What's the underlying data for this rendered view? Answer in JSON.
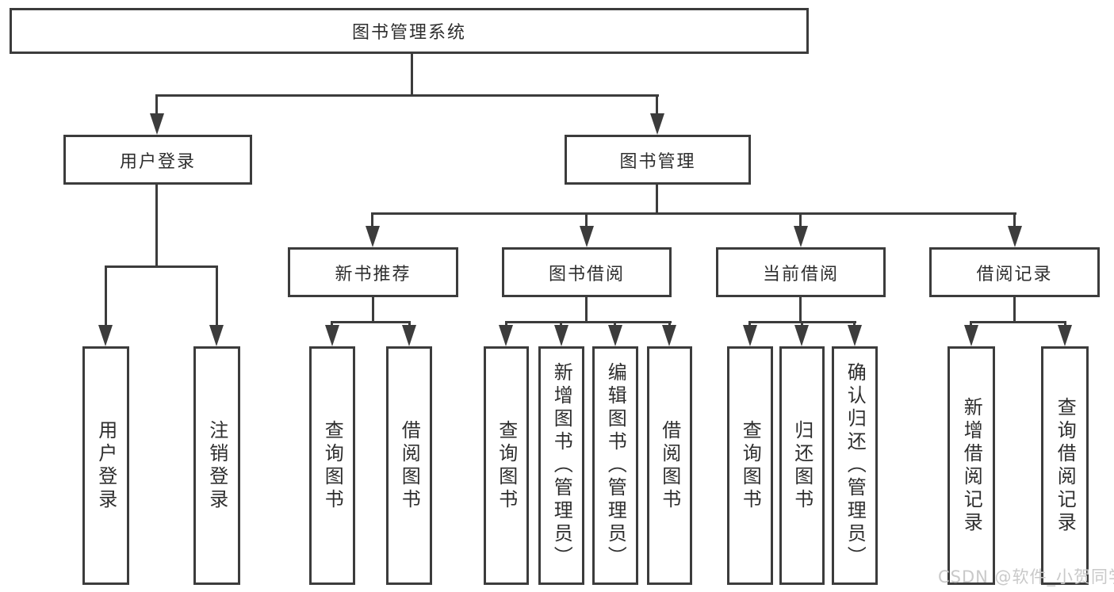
{
  "nodes": {
    "root": {
      "label": "图书管理系统"
    },
    "user_login": {
      "label": "用户登录"
    },
    "book_mgmt": {
      "label": "图书管理"
    },
    "new_books": {
      "label": "新书推荐"
    },
    "book_borrow": {
      "label": "图书借阅"
    },
    "current_borrow": {
      "label": "当前借阅"
    },
    "borrow_records": {
      "label": "借阅记录"
    },
    "ul_login": {
      "label": "用户登录"
    },
    "ul_logout": {
      "label": "注销登录"
    },
    "nb_query": {
      "label": "查询图书"
    },
    "nb_borrow": {
      "label": "借阅图书"
    },
    "bb_query": {
      "label": "查询图书"
    },
    "bb_add": {
      "label": "新增图书（管理员）"
    },
    "bb_edit": {
      "label": "编辑图书（管理员）"
    },
    "bb_borrow": {
      "label": "借阅图书"
    },
    "cb_query": {
      "label": "查询图书"
    },
    "cb_return": {
      "label": "归还图书"
    },
    "cb_confirm": {
      "label": "确认归还（管理员）"
    },
    "br_add": {
      "label": "新增借阅记录"
    },
    "br_query": {
      "label": "查询借阅记录"
    }
  },
  "watermark": {
    "text": "CSDN @软件_小贺同学"
  },
  "colors": {
    "line": "#3c3c3c",
    "text": "#2e2e2e",
    "background": "#ffffff",
    "watermark": "#c9c9c9"
  }
}
